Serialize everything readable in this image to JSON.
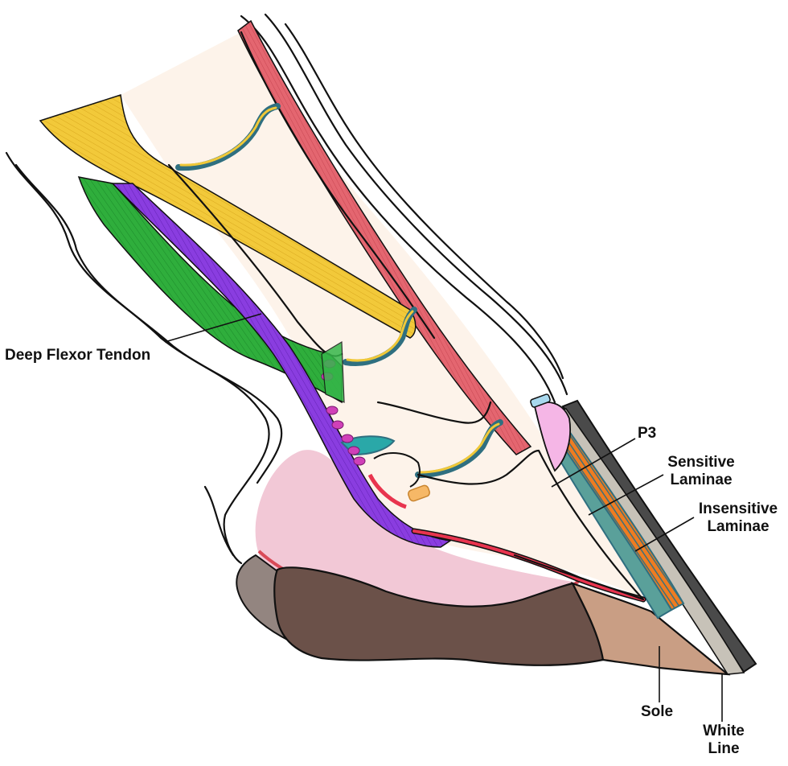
{
  "labels": {
    "deep_flexor_tendon": "Deep Flexor Tendon",
    "p3": "P3",
    "sensitive_laminae_line1": "Sensitive",
    "sensitive_laminae_line2": "Laminae",
    "insensitive_laminae_line1": "Insensitive",
    "insensitive_laminae_line2": "Laminae",
    "sole": "Sole",
    "white_line_line1": "White",
    "white_line_line2": "Line"
  },
  "colors": {
    "bone": "#fdf3ea",
    "extensor_tendon": "#e0606a",
    "superficial_flexor": "#f0c838",
    "deep_flexor": "#7a2fd0",
    "suspensory": "#2aa838",
    "digital_cushion": "#f2c8d6",
    "frog": "#6b5149",
    "heel_bulb": "#938580",
    "sole": "#c99e84",
    "hoof_wall": "#4a4a4a",
    "white_line": "#c7c2b8",
    "insensitive_laminae": "#f07c20",
    "corium": "#e8344e",
    "joint_cartilage": "#2f6f80",
    "coronary_band": "#f5b6e6"
  }
}
